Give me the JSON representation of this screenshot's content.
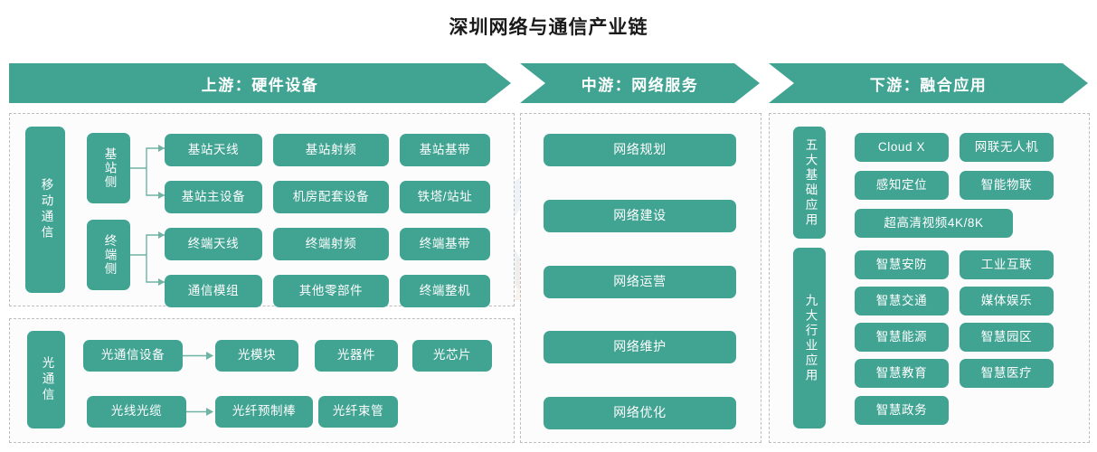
{
  "title": "深圳网络与通信产业链",
  "colors": {
    "accent": "#41a392",
    "panel_border": "#bdbdbd",
    "text_on_accent": "#ffffff",
    "title": "#1a1a1a"
  },
  "headers": [
    {
      "id": "upstream",
      "label": "上游：硬件设备"
    },
    {
      "id": "midstream",
      "label": "中游：网络服务"
    },
    {
      "id": "downstream",
      "label": "下游：融合应用"
    }
  ],
  "upstream": {
    "mobile": {
      "category": "移动通信",
      "groups": [
        {
          "label": "基站侧",
          "rows": [
            [
              "基站天线",
              "基站射频",
              "基站基带"
            ],
            [
              "基站主设备",
              "机房配套设备",
              "铁塔/站址"
            ]
          ]
        },
        {
          "label": "终端侧",
          "rows": [
            [
              "终端天线",
              "终端射频",
              "终端基带"
            ],
            [
              "通信模组",
              "其他零部件",
              "终端整机"
            ]
          ]
        }
      ]
    },
    "optical": {
      "category": "光通信",
      "rows": [
        {
          "source": "光通信设备",
          "targets": [
            "光模块",
            "光器件",
            "光芯片"
          ]
        },
        {
          "source": "光线光缆",
          "targets": [
            "光纤预制棒",
            "光纤束管"
          ]
        }
      ]
    }
  },
  "midstream": {
    "items": [
      "网络规划",
      "网络建设",
      "网络运营",
      "网络维护",
      "网络优化"
    ]
  },
  "downstream": {
    "groups": [
      {
        "label": "五大基础应用",
        "rows": [
          [
            "Cloud X",
            "网联无人机"
          ],
          [
            "感知定位",
            "智能物联"
          ],
          [
            "超高清视频4K/8K"
          ]
        ]
      },
      {
        "label": "九大行业应用",
        "rows": [
          [
            "智慧安防",
            "工业互联"
          ],
          [
            "智慧交通",
            "媒体娱乐"
          ],
          [
            "智慧能源",
            "智慧园区"
          ],
          [
            "智慧教育",
            "智慧医疗"
          ],
          [
            "智慧政务"
          ]
        ]
      }
    ]
  },
  "watermark": {
    "text": "中商产业研究院"
  }
}
